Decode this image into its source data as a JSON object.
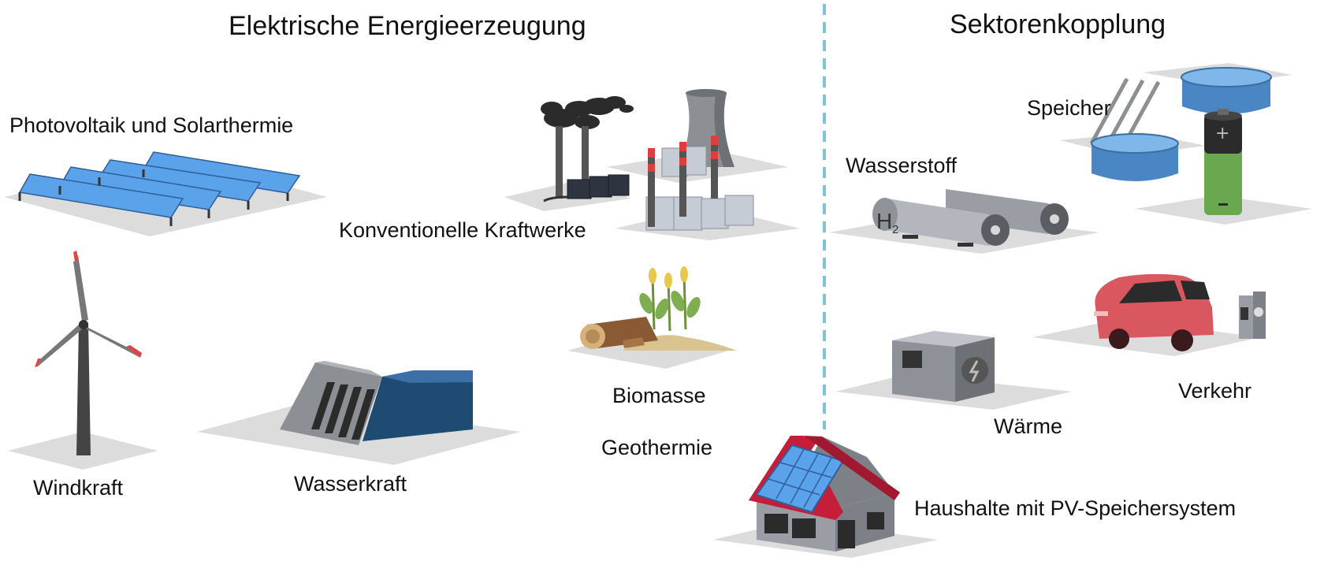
{
  "sections": {
    "left_title": "Elektrische Energieerzeugung",
    "right_title": "Sektorenkopplung"
  },
  "labels": {
    "pv": "Photovoltaik und Solarthermie",
    "konventionell": "Konventionelle Kraftwerke",
    "windkraft": "Windkraft",
    "wasserkraft": "Wasserkraft",
    "biomasse": "Biomasse",
    "geothermie": "Geothermie",
    "haushalte": "Haushalte mit PV-Speichersystem",
    "wasserstoff": "Wasserstoff",
    "speicher": "Speicher",
    "verkehr": "Verkehr",
    "waerme": "Wärme",
    "h2_mark": "H",
    "h2_sub": "2"
  },
  "colors": {
    "divider": "#7dc3dc",
    "solar_panel": "#5aa2ea",
    "ground": "#dcdcdc",
    "roof": "#c61d3a",
    "car": "#d9575e",
    "battery_green": "#6aa84f",
    "water": "#4a7fb5"
  },
  "icons": [
    "solar-field-icon",
    "power-plant-icon",
    "wind-turbine-icon",
    "hydro-dam-icon",
    "biomass-icon",
    "house-pv-icon",
    "hydrogen-tanks-icon",
    "storage-icon",
    "battery-icon",
    "electric-car-icon",
    "charging-station-icon",
    "heat-pump-icon"
  ]
}
